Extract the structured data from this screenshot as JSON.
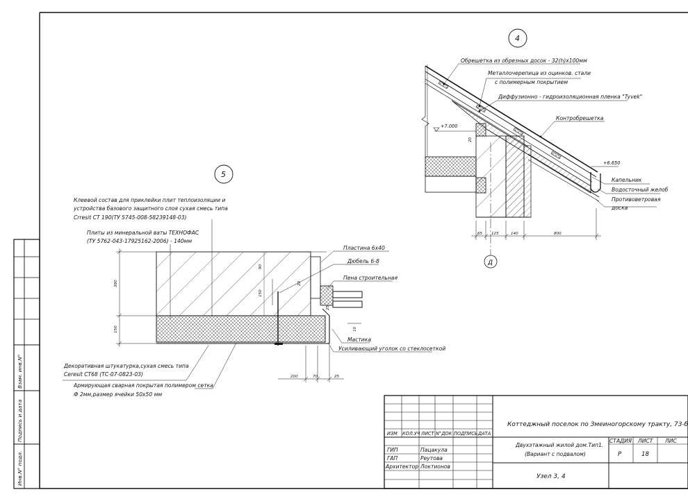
{
  "detail4": {
    "number": "4",
    "labels": {
      "lathing": "Обрешетка из обрезных досок - 32(h)х100мм",
      "metal_tile_1": "Металлочерепица из оцинков. стали",
      "metal_tile_2": "с полимерным покрытием",
      "membrane": "Диффузионно - гидроизоляционная пленка \"Tyvek\"",
      "counter_lathing": "Контробрешетка",
      "drip": "Капельник",
      "gutter": "Водосточный желоб",
      "soffit_1": "Противоветровая",
      "soffit_2": "доска"
    },
    "marks": {
      "level_top": "+7.000",
      "level_eave": "+6.650",
      "dim_20": "20",
      "axis": "Д"
    },
    "dims": [
      "65",
      "125",
      "140",
      "800"
    ]
  },
  "detail5": {
    "number": "5",
    "labels": {
      "glue_1": "Клеевой состав для приклейки плит теплоизоляции и",
      "glue_2": "устройства базового защитного слоя сухая смесь типа",
      "glue_3": "Crresit CT 190(ТУ 5745-008-58239148-03)",
      "wool_1": "Плиты из минеральной ваты ТЕХНОФАС",
      "wool_2": "(ТУ 5762-043-17925162-2006) - 140мм",
      "plate": "Пластина 6х40",
      "dowel": "Дюбель 6-8",
      "foam": "Пена строительная",
      "mastic": "Мастика",
      "corner": "Усиливающий уголок со стеклосеткой",
      "plaster_1": "Декоративная штукатурка,сухая смесь типа",
      "plaster_2": "Ceresit СТ68 (ТС-07-0823-03)",
      "mesh_1": "Армирующая сварная покрытая полимером сетка",
      "mesh_2": "Ф 2мм,размер ячейки 50х50 мм"
    },
    "dims_left": [
      "380",
      "150"
    ],
    "dims_inner": [
      "90",
      "20",
      "150",
      "10"
    ],
    "dims_bottom": [
      "200",
      "70",
      "25"
    ],
    "dim_right": "25"
  },
  "side_stamp": [
    "Взам. инв.N°",
    "Подпись и дата",
    "Инв.N° подл."
  ],
  "title_block": {
    "project": "Коттеджный поселок по Змеиногорскому тракту, 73-б",
    "headers": [
      "ИЗМ",
      "КОЛ.УЧ",
      "ЛИСТ",
      "N°ДОК",
      "ПОДПИСЬ",
      "ДАТА"
    ],
    "signers": [
      {
        "role": "ГИП",
        "name": "Пацакула"
      },
      {
        "role": "ГАП",
        "name": "Реутова"
      },
      {
        "role": "Архитектор",
        "name": "Локтионов"
      }
    ],
    "building_1": "Двухэтажный жилой дом.Тип1.",
    "building_2": "(Вариант с подвалом)",
    "stage_header": "СТАДИЯ",
    "sheet_header": "ЛИСТ",
    "sheets_header": "ЛИС",
    "stage": "Р",
    "sheet": "18",
    "drawing_title": "Узел 3, 4"
  }
}
